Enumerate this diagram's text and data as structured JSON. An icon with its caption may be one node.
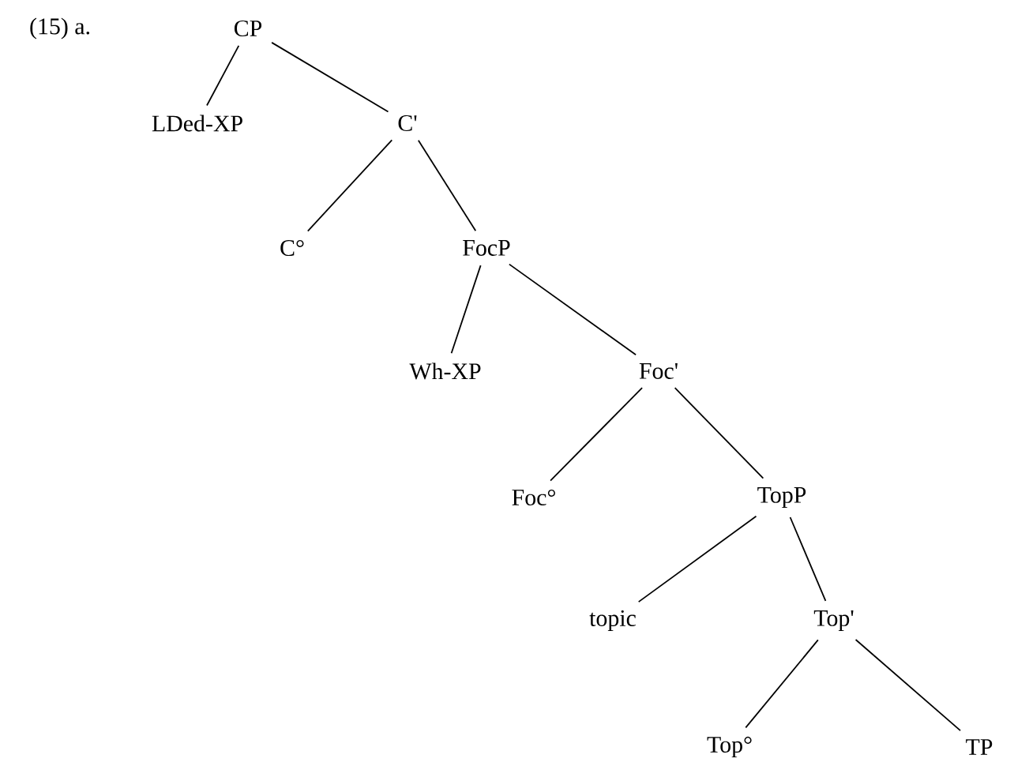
{
  "diagram": {
    "nodes": [
      {
        "text": [
          "CP"
        ]
      },
      {
        "text": [
          "LDed-XP"
        ]
      },
      {
        "text": [
          "C'"
        ]
      },
      {
        "text": [
          "C°"
        ]
      },
      {
        "text": [
          "FocP"
        ]
      },
      {
        "text": [
          "Wh-XP"
        ]
      },
      {
        "text": [
          "Foc'"
        ]
      },
      {
        "text": [
          "Foc°"
        ]
      },
      {
        "text": [
          "TopP"
        ]
      },
      {
        "text": [
          "topic"
        ]
      },
      {
        "text": [
          "Top'"
        ]
      },
      {
        "text": [
          "Top°"
        ]
      },
      {
        "text": [
          "TP"
        ]
      }
    ],
    "edges": [
      {
        "from": 0,
        "to": 1,
        "arrow": "none"
      },
      {
        "from": 0,
        "to": 2,
        "arrow": "none"
      },
      {
        "from": 2,
        "to": 3,
        "arrow": "none"
      },
      {
        "from": 2,
        "to": 4,
        "arrow": "none"
      },
      {
        "from": 4,
        "to": 5,
        "arrow": "none"
      },
      {
        "from": 4,
        "to": 6,
        "arrow": "none"
      },
      {
        "from": 6,
        "to": 7,
        "arrow": "none"
      },
      {
        "from": 6,
        "to": 8,
        "arrow": "none"
      },
      {
        "from": 8,
        "to": 9,
        "arrow": "none"
      },
      {
        "from": 8,
        "to": 10,
        "arrow": "none"
      },
      {
        "from": 10,
        "to": 11,
        "arrow": "none"
      },
      {
        "from": 10,
        "to": 12,
        "arrow": "none"
      }
    ],
    "labels": [
      "(15) a."
    ]
  }
}
